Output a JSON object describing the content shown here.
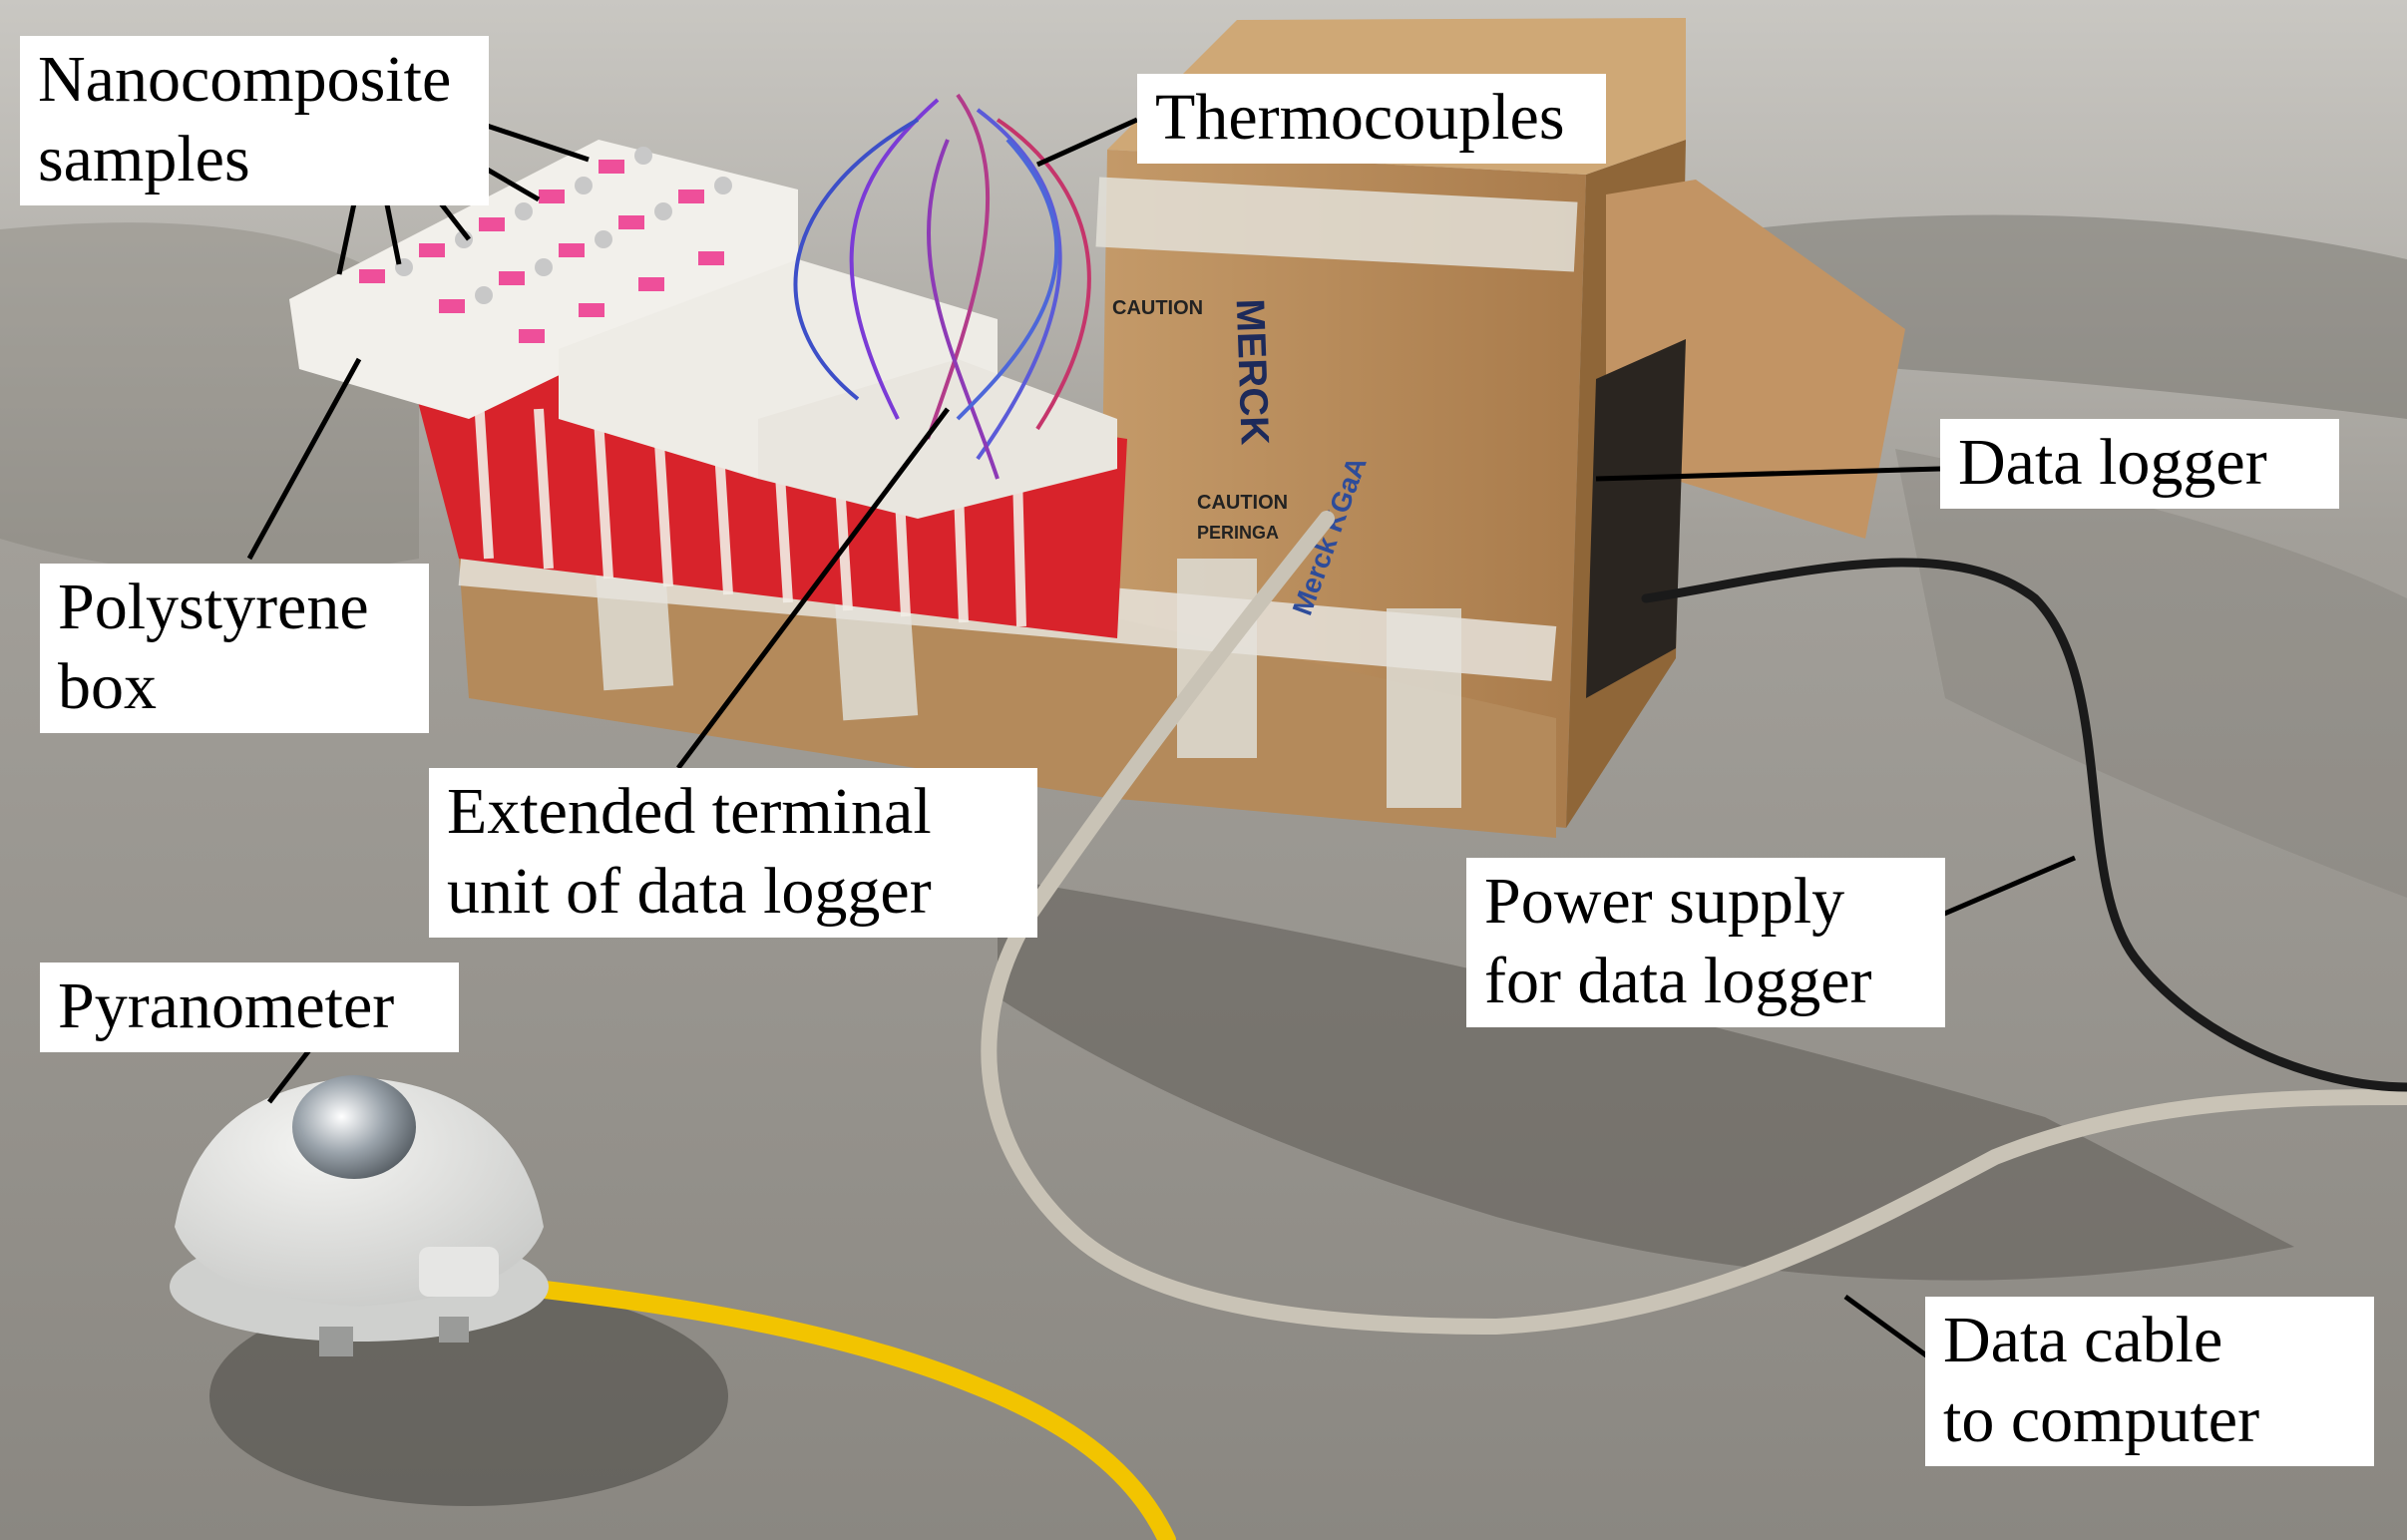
{
  "labels": {
    "nanocomposite": {
      "line1": "Nanocomposite",
      "line2": "samples"
    },
    "thermocouples": {
      "line1": "Thermocouples"
    },
    "polystyrene": {
      "line1": "Polystyrene",
      "line2": "box"
    },
    "data_logger": {
      "line1": "Data logger"
    },
    "extended_terminal": {
      "line1": "Extended terminal",
      "line2": "unit of data logger"
    },
    "power_supply": {
      "line1": "Power supply",
      "line2": "for data logger"
    },
    "pyranometer": {
      "line1": "Pyranometer"
    },
    "data_cable": {
      "line1": "Data cable",
      "line2": "to computer"
    }
  },
  "box_print": {
    "merck": "MERCK",
    "caution": "CAUTION",
    "peringatan": "PERINGA",
    "kgaa": "Merck KGaA"
  },
  "colors": {
    "ground": "#8f8c86",
    "cardboard": "#b98d5c",
    "basket_red": "#e0262c",
    "foam": "#f3f1ec",
    "sample_pink": "#ee4f9a",
    "cable_yellow": "#f2c400",
    "cable_grey": "#c9c3b6",
    "cable_black": "#1a1a1a",
    "tape": "#ddd9cf"
  }
}
